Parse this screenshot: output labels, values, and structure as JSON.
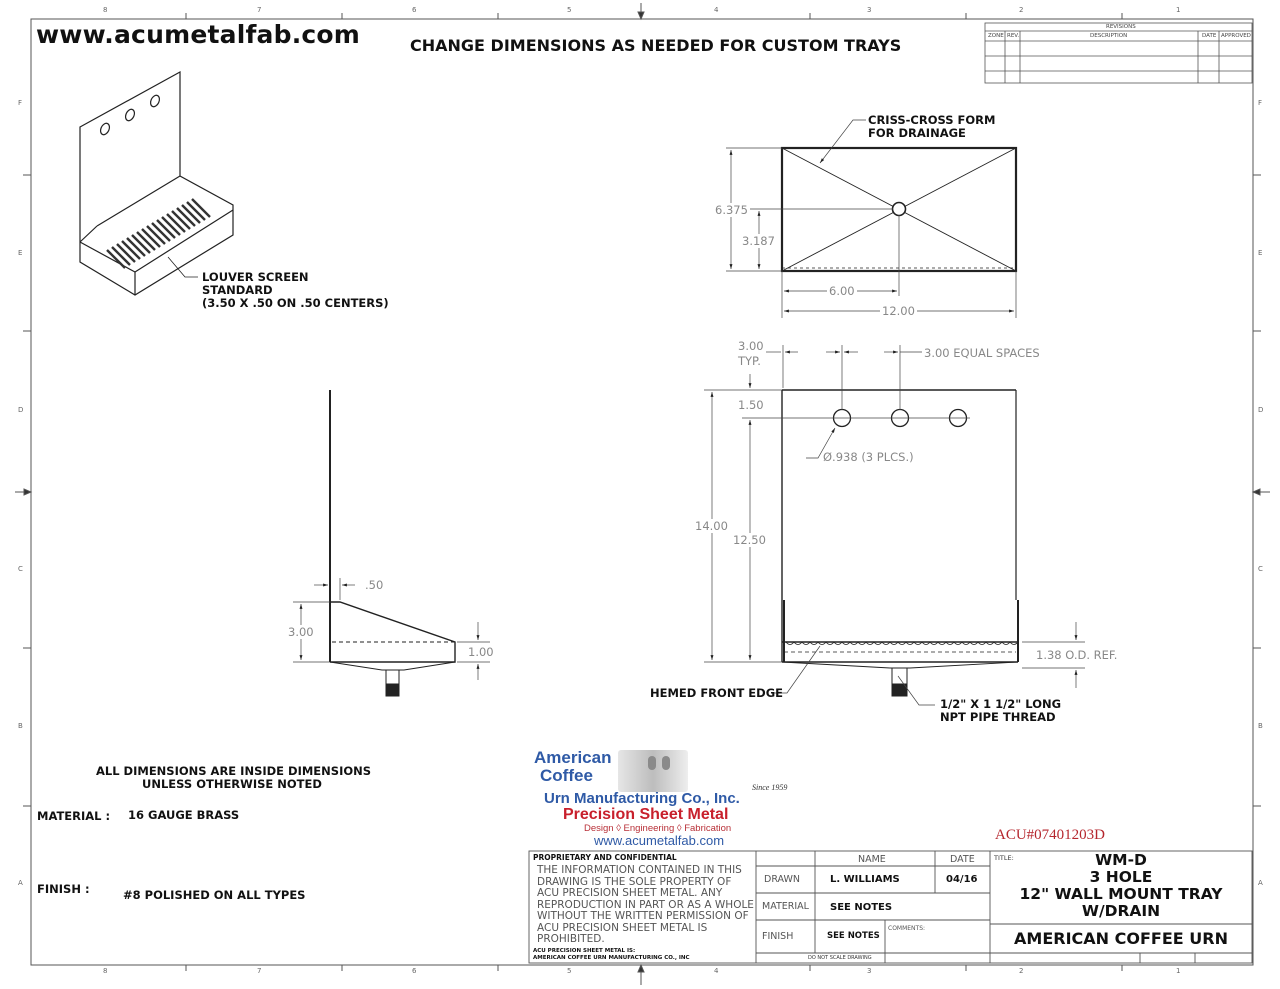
{
  "header": {
    "site_url": "www.acumetalfab.com",
    "change_note": "CHANGE DIMENSIONS AS NEEDED FOR CUSTOM TRAYS"
  },
  "border_zones": {
    "columns": [
      "8",
      "7",
      "6",
      "5",
      "4",
      "3",
      "2",
      "1"
    ],
    "rows": [
      "F",
      "E",
      "D",
      "C",
      "B",
      "A"
    ]
  },
  "revisions_table": {
    "title": "REVISIONS",
    "headers": [
      "ZONE",
      "REV.",
      "DESCRIPTION",
      "DATE",
      "APPROVED"
    ],
    "rows": [
      [
        "",
        "",
        "",
        "",
        ""
      ],
      [
        "",
        "",
        "",
        "",
        ""
      ]
    ]
  },
  "iso_view": {
    "callout": [
      "LOUVER SCREEN",
      "STANDARD",
      "(3.50 X .50 ON .50 CENTERS)"
    ]
  },
  "top_view": {
    "callout": [
      "CRISS-CROSS FORM",
      "FOR DRAINAGE"
    ],
    "dims": {
      "depth": "6.375",
      "half_depth": "3.187",
      "half_width": "6.00",
      "width": "12.00"
    }
  },
  "side_view": {
    "dims": {
      "offset": ".50",
      "height": "3.00",
      "front_height": "1.00"
    }
  },
  "front_view": {
    "dims": {
      "typ_spacing": "3.00",
      "typ_label": "TYP.",
      "equal_spaces": "3.00 EQUAL SPACES",
      "hole_offset": "1.50",
      "hole_dia": "Ø.938 (3 PLCS.)",
      "overall_height": "14.00",
      "hole_height": "12.50",
      "od_ref": "1.38 O.D. REF."
    },
    "callouts": {
      "hem": "HEMED FRONT EDGE",
      "pipe": [
        "1/2\" X 1 1/2\" LONG",
        "NPT PIPE THREAD"
      ]
    }
  },
  "notes": {
    "general": [
      "ALL DIMENSIONS ARE INSIDE DIMENSIONS",
      "UNLESS OTHERWISE NOTED"
    ],
    "material_label": "MATERIAL :",
    "material_value": "16 GAUGE BRASS",
    "finish_label": "FINISH :",
    "finish_value": "#8 POLISHED ON ALL TYPES"
  },
  "logo": {
    "line1": "American",
    "line2": "Coffee",
    "line3": "Urn Manufacturing Co., Inc.",
    "since": "Since 1959",
    "tagline": "Precision Sheet Metal",
    "services": "Design ◊ Engineering ◊ Fabrication",
    "url": "www.acumetalfab.com"
  },
  "part_number": "ACU#07401203D",
  "title_block": {
    "proprietary_header": "PROPRIETARY AND CONFIDENTIAL",
    "proprietary_text": [
      "THE INFORMATION CONTAINED IN THIS",
      "DRAWING IS THE SOLE PROPERTY OF",
      "ACU PRECISION SHEET METAL.  ANY",
      "REPRODUCTION IN PART OR AS A WHOLE",
      "WITHOUT THE WRITTEN PERMISSION OF",
      "ACU PRECISION SHEET METAL IS",
      "PROHIBITED."
    ],
    "owner_line1": "ACU PRECISION SHEET METAL IS:",
    "owner_line2": "AMERICAN COFFEE URN MANUFACTURING CO., INC",
    "name_header": "NAME",
    "date_header": "DATE",
    "drawn_label": "DRAWN",
    "drawn_name": "L. WILLIAMS",
    "drawn_date": "04/16",
    "material_label": "MATERIAL",
    "material_value": "SEE NOTES",
    "finish_label": "FINISH",
    "finish_value": "SEE NOTES",
    "comments_label": "COMMENTS:",
    "scale_note": "DO NOT SCALE DRAWING",
    "title_label": "TITLE:",
    "title_lines": [
      "WM-D",
      "3 HOLE",
      "12\" WALL MOUNT TRAY",
      "W/DRAIN"
    ],
    "company": "AMERICAN COFFEE URN"
  }
}
